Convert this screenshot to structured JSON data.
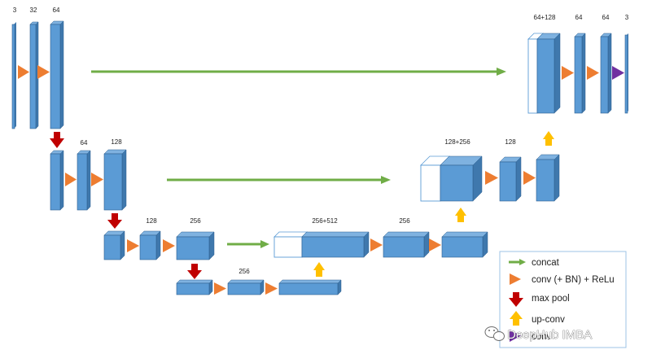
{
  "labels": {
    "enc1_in": "3",
    "enc1_c1": "32",
    "enc1_c2": "64",
    "enc2_c1": "64",
    "enc2_c2": "128",
    "enc3_c1": "128",
    "enc3_c2": "256",
    "bottom_c1": "256",
    "dec3_concat": "256+512",
    "dec3_c": "256",
    "dec2_concat": "128+256",
    "dec2_c": "128",
    "dec1_concat": "64+128",
    "dec1_c1": "64",
    "dec1_c2": "64",
    "dec1_out": "3"
  },
  "legend": [
    {
      "key": "concat",
      "label": "concat",
      "icon": "green-arrow-icon"
    },
    {
      "key": "conv",
      "label": "conv (+ BN) + ReLu",
      "icon": "orange-triangle-icon"
    },
    {
      "key": "maxpool",
      "label": "max pool",
      "icon": "red-down-arrow-icon"
    },
    {
      "key": "upconv",
      "label": "up-conv",
      "icon": "yellow-up-arrow-icon"
    },
    {
      "key": "conv1x1",
      "label": "conv",
      "icon": "purple-triangle-icon"
    }
  ],
  "watermark": "DeepHub IMBA",
  "colors": {
    "block_front": "#5b9bd5",
    "block_top": "#7fb2e0",
    "block_side": "#3f78ad",
    "block_edge": "#2e5f8f",
    "conv_arrow": "#ed7d31",
    "concat_arrow": "#70ad47",
    "maxpool_arrow": "#c00000",
    "upconv_arrow": "#ffc000",
    "final_conv": "#7030a0",
    "legend_border": "#9dc3e6"
  }
}
